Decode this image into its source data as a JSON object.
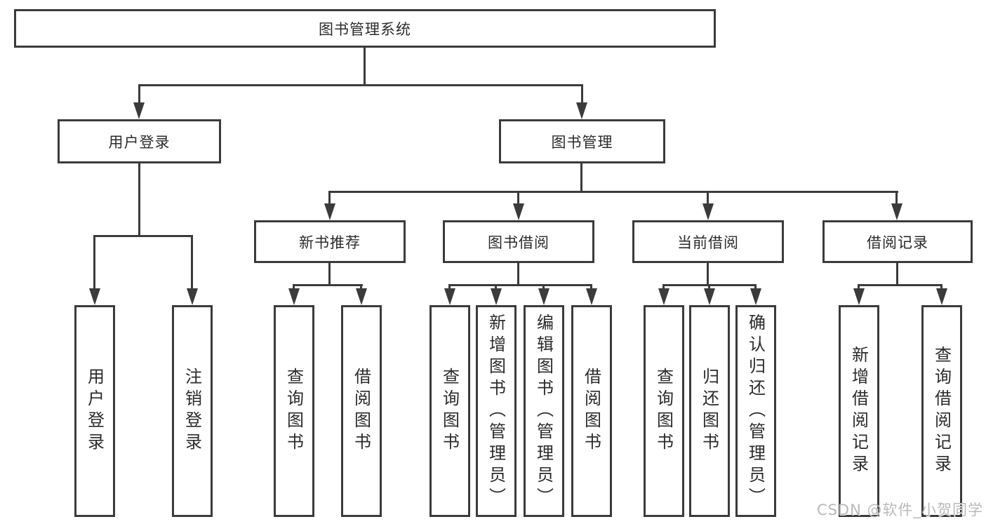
{
  "diagram": {
    "root": {
      "label": "图书管理系统"
    },
    "branches": [
      {
        "label": "用户登录",
        "children": [
          "用户登录",
          "注销登录"
        ]
      },
      {
        "label": "图书管理",
        "children": [
          {
            "label": "新书推荐",
            "children": [
              "查询图书",
              "借阅图书"
            ]
          },
          {
            "label": "图书借阅",
            "children": [
              "查询图书",
              "新增图书（管理员）",
              "编辑图书（管理员）",
              "借阅图书"
            ]
          },
          {
            "label": "当前借阅",
            "children": [
              "查询图书",
              "归还图书",
              "确认归还（管理员）"
            ]
          },
          {
            "label": "借阅记录",
            "children": [
              "新增借阅记录",
              "查询借阅记录"
            ]
          }
        ]
      }
    ]
  },
  "watermark": {
    "text": "CSDN @软件_小贺同学"
  },
  "colors": {
    "line": "#3b3b3b",
    "box_border": "#3b3b3b",
    "box_fill": "#ffffff",
    "text": "#2b2b2b",
    "watermark": "#b9b9b9",
    "background": "#ffffff"
  }
}
